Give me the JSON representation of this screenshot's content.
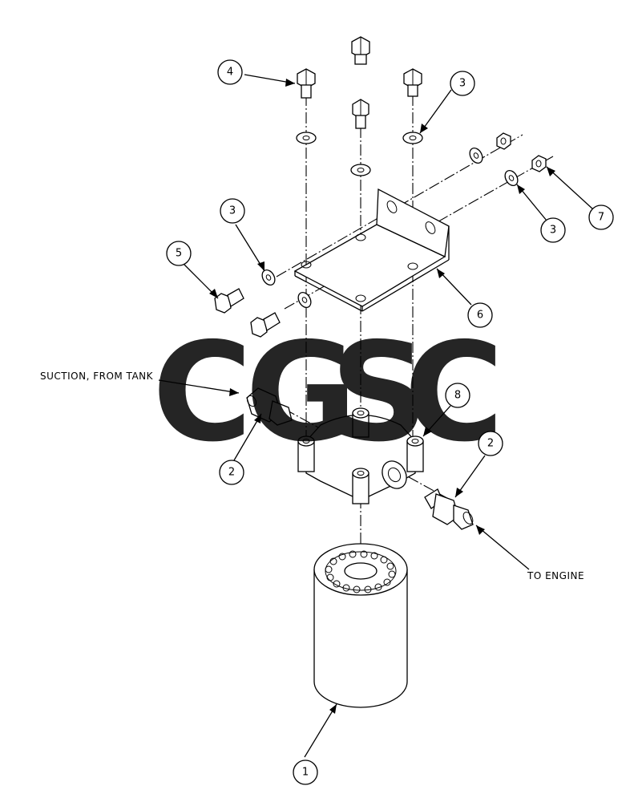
{
  "diagram": {
    "callouts": {
      "suction": "SUCTION, FROM TANK",
      "engine": "TO ENGINE"
    },
    "balloons": [
      "4",
      "3",
      "3",
      "5",
      "3",
      "7",
      "6",
      "8",
      "2",
      "2",
      "1"
    ],
    "watermark": {
      "letters": [
        "C",
        "G",
        "S",
        "C"
      ],
      "colors": [
        "#5b9cf5",
        "#ef6a6a",
        "#fbd34d",
        "#4caf7e"
      ]
    }
  }
}
